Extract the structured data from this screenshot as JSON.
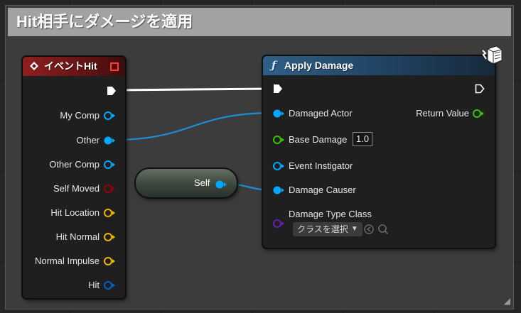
{
  "comment": {
    "title": "Hit相手にダメージを適用"
  },
  "event_node": {
    "title": "イベントHit",
    "pins": [
      {
        "label": "My Comp",
        "type": "object",
        "color": "#00a8ff"
      },
      {
        "label": "Other",
        "type": "object",
        "color": "#00a8ff"
      },
      {
        "label": "Other Comp",
        "type": "object",
        "color": "#00a8ff"
      },
      {
        "label": "Self Moved",
        "type": "bool",
        "color": "#950000"
      },
      {
        "label": "Hit Location",
        "type": "struct",
        "color": "#f0b400"
      },
      {
        "label": "Hit Normal",
        "type": "struct",
        "color": "#f0b400"
      },
      {
        "label": "Normal Impulse",
        "type": "struct",
        "color": "#f0b400"
      },
      {
        "label": "Hit",
        "type": "struct",
        "color": "#0062c8"
      }
    ]
  },
  "function_node": {
    "title": "Apply Damage",
    "inputs": {
      "damaged_actor": "Damaged Actor",
      "base_damage": "Base Damage",
      "base_damage_value": "1.0",
      "event_instigator": "Event Instigator",
      "damage_causer": "Damage Causer",
      "damage_type_class": "Damage Type Class",
      "class_select": "クラスを選択"
    },
    "outputs": {
      "return_value": "Return Value"
    }
  },
  "self_node": {
    "label": "Self"
  },
  "colors": {
    "object_pin": "#00a8ff",
    "float_pin": "#39c400",
    "class_pin": "#6a1bb0",
    "exec_pin": "#ffffff",
    "event_header": "#8e1f1f",
    "function_header": "#2f5f86"
  },
  "icons": {
    "event": "event-diamond-icon",
    "function": "function-f-icon",
    "server": "server-cube-icon",
    "browse": "browse-arrow-icon",
    "search": "search-icon"
  }
}
